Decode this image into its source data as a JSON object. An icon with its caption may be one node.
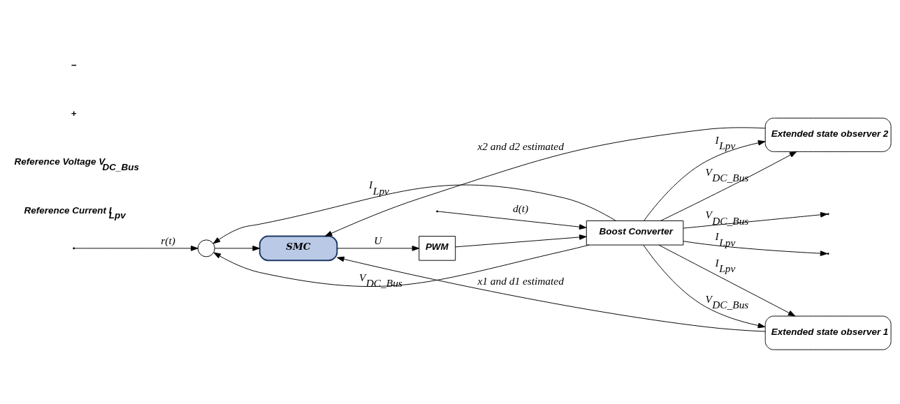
{
  "diagram": {
    "nodes": [
      {
        "text": [],
        "shape": "circle"
      },
      {
        "text": [
          "SMC"
        ]
      },
      {
        "text": [
          "PWM"
        ]
      },
      {
        "text": [
          "Boost Converter"
        ]
      },
      {
        "text": [
          "Extended state observer 1"
        ]
      },
      {
        "text": [
          "Extended state observer 2"
        ]
      }
    ],
    "edges": [
      {
        "from": null,
        "to": 0,
        "arrow": "to",
        "label": "r(t)"
      },
      {
        "from": 3,
        "to": 0,
        "arrow": "to",
        "label": "I$_{Lpv}$"
      },
      {
        "from": 3,
        "to": 0,
        "arrow": "to",
        "label": "V$_{DC_Bus}$"
      },
      {
        "from": 0,
        "to": 1,
        "arrow": "to"
      },
      {
        "from": 1,
        "to": 2,
        "arrow": "to",
        "label": "U"
      },
      {
        "from": 2,
        "to": 3,
        "arrow": "to"
      },
      {
        "from": null,
        "to": 3,
        "arrow": "to",
        "label": "d(t)"
      },
      {
        "from": 3,
        "to": 4,
        "arrow": "to",
        "label": "I$_{Lpv}$"
      },
      {
        "from": 3,
        "to": 4,
        "arrow": "to",
        "label": "V$_{DC_Bus}$"
      },
      {
        "from": 3,
        "to": 5,
        "arrow": "to",
        "label": "I$_{Lpv}$"
      },
      {
        "from": 3,
        "to": 5,
        "arrow": "to",
        "label": "V$_{DC_Bus}$"
      },
      {
        "from": 3,
        "to": null,
        "arrow": "to",
        "label": "V$_{DC_Bus}$"
      },
      {
        "from": 3,
        "to": null,
        "arrow": "to",
        "label": "I$_{Lpv}$"
      },
      {
        "from": 4,
        "to": 1,
        "arrow": "to",
        "label": "x1 and d1 estimated"
      },
      {
        "from": 5,
        "to": 1,
        "arrow": "to",
        "label": "x2 and d2 estimated"
      }
    ],
    "labels": [
      "Reference Current I$_{Lpv}$",
      "Reference Voltage V$_{DC_Bus}$",
      "+",
      "−"
    ]
  }
}
